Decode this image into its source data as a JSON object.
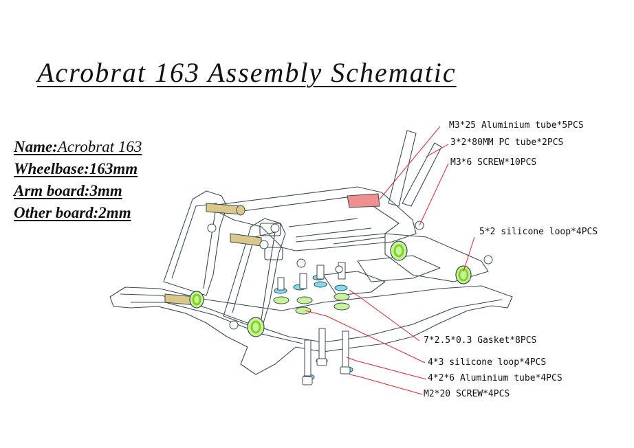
{
  "title": "Acrobrat 163 Assembly Schematic",
  "specs": {
    "name_label": "Name:",
    "name_value": "Acrobrat 163",
    "wheelbase": "Wheelbase:163mm",
    "arm_board": "Arm board:3mm",
    "other_board": "Other board:2mm"
  },
  "callouts": [
    "M3*25 Aluminium tube*5PCS",
    "3*2*80MM PC tube*2PCS",
    "M3*6 SCREW*10PCS",
    "5*2 silicone loop*4PCS",
    "7*2.5*0.3 Gasket*8PCS",
    "4*3 silicone loop*4PCS",
    "4*2*6 Aluminium tube*4PCS",
    "M2*20 SCREW*4PCS"
  ],
  "colors": {
    "line": "#3a4a52",
    "leader": "#e0242b",
    "silicone": "#7ed321",
    "gasket": "#7fdcf0",
    "aluminium_tube": "#d9c88a",
    "pc_tube": "#ef8f8f"
  }
}
